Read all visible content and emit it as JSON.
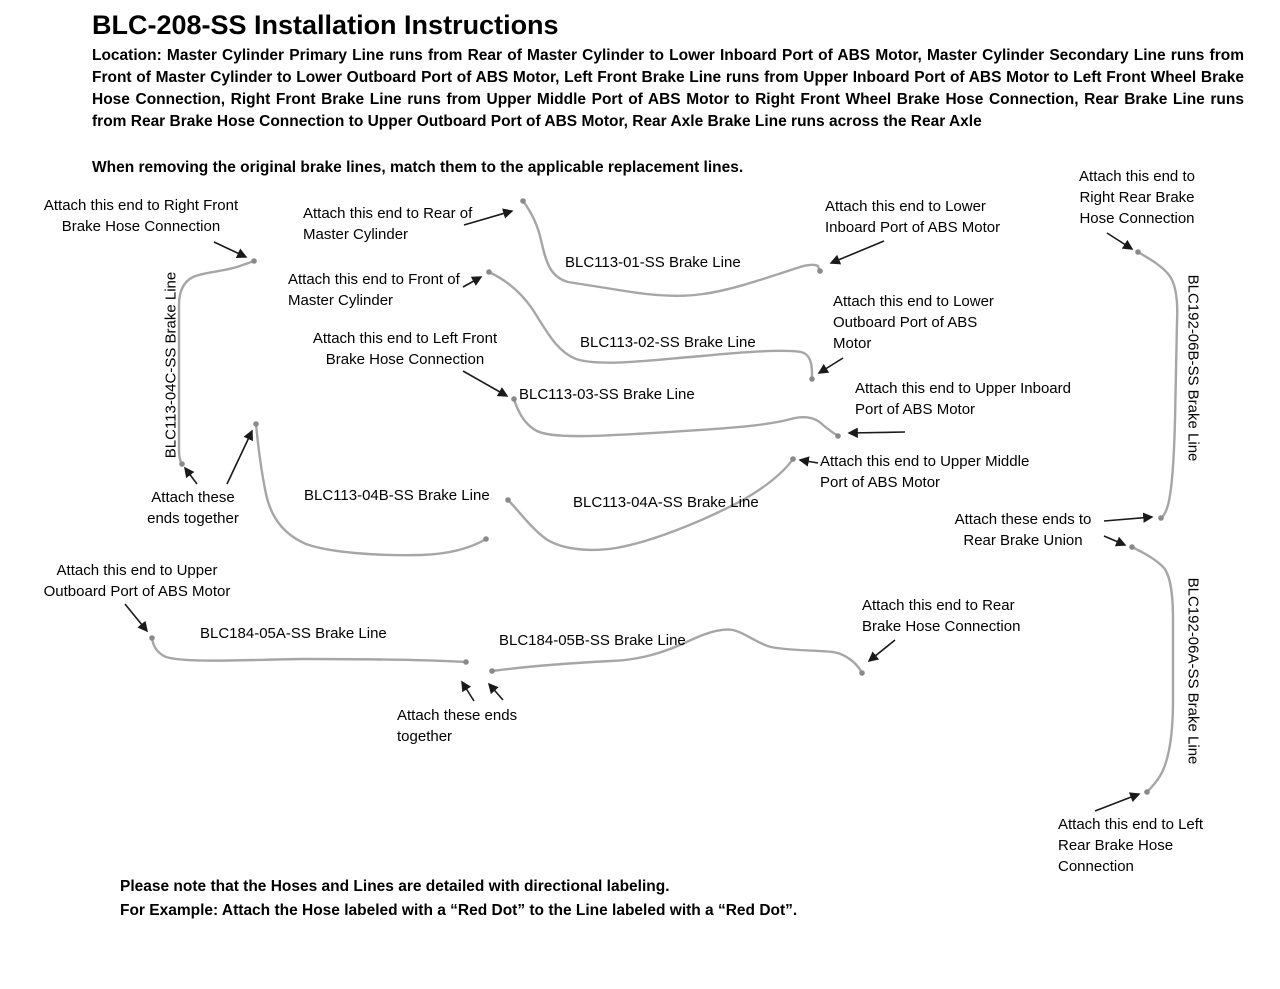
{
  "colors": {
    "background": "#ffffff",
    "text": "#000000",
    "brake_line": "#a6a6a6",
    "fitting": "#8a8a8a",
    "arrow": "#1a1a1a"
  },
  "header": {
    "title": "BLC-208-SS Installation Instructions",
    "location": "Location: Master Cylinder Primary Line runs from Rear of Master Cylinder to Lower Inboard Port of ABS Motor, Master Cylinder Secondary Line runs from Front of Master Cylinder to Lower Outboard Port of ABS Motor, Left Front Brake Line runs from Upper Inboard Port of ABS Motor to Left Front Wheel Brake Hose Connection, Right Front Brake Line runs from Upper Middle Port of ABS Motor to Right Front Wheel Brake Hose Connection, Rear Brake Line runs from Rear Brake Hose Connection to Upper Outboard Port of ABS Motor, Rear Axle Brake Line runs across the Rear Axle",
    "note": "When removing the original brake lines, match them to the applicable replacement lines."
  },
  "diagram": {
    "line_labels": {
      "blc113_01": "BLC113-01-SS Brake Line",
      "blc113_02": "BLC113-02-SS Brake Line",
      "blc113_03": "BLC113-03-SS Brake Line",
      "blc113_04a": "BLC113-04A-SS Brake Line",
      "blc113_04b": "BLC113-04B-SS Brake Line",
      "blc113_04c": "BLC113-04C-SS Brake Line",
      "blc184_05a": "BLC184-05A-SS Brake Line",
      "blc184_05b": "BLC184-05B-SS Brake Line",
      "blc192_06a": "BLC192-06A-SS Brake Line",
      "blc192_06b": "BLC192-06B-SS Brake Line"
    },
    "callouts": {
      "right_front_hose": "Attach this end to Right Front Brake Hose Connection",
      "rear_master_cylinder": "Attach this end to Rear of Master Cylinder",
      "lower_inboard_port": "Attach this end to Lower Inboard Port of ABS Motor",
      "right_rear_hose": "Attach this end to Right Rear Brake Hose Connection",
      "front_master_cylinder": "Attach this end to Front of Master Cylinder",
      "lower_outboard_port": "Attach this end to Lower Outboard Port of ABS Motor",
      "left_front_hose": "Attach this end to Left Front Brake Hose Connection",
      "upper_inboard_port": "Attach this end to Upper Inboard Port of ABS Motor",
      "upper_middle_port": "Attach this end to Upper Middle Port of ABS Motor",
      "ends_together_left": "Attach these ends together",
      "rear_brake_union": "Attach these ends to Rear Brake Union",
      "upper_outboard_port": "Attach this end to Upper Outboard Port of ABS Motor",
      "rear_hose": "Attach this end to Rear Brake Hose Connection",
      "ends_together_bottom": "Attach these ends together",
      "left_rear_hose": "Attach this end to Left Rear Brake Hose Connection"
    }
  },
  "footer": {
    "note1": "Please note that the Hoses and Lines are detailed with directional labeling.",
    "note2": "For Example: Attach the Hose labeled with a “Red Dot” to the Line labeled with a “Red Dot”."
  }
}
